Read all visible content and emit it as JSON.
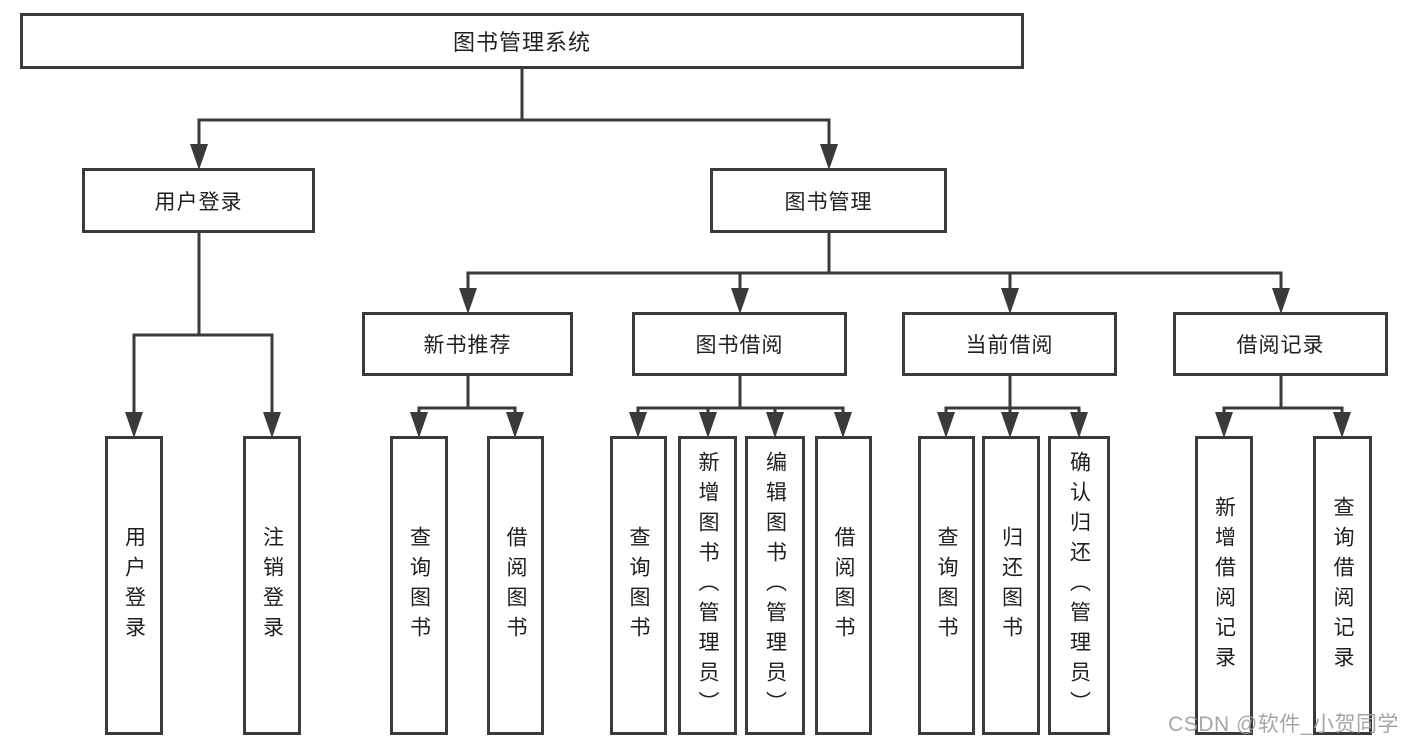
{
  "diagram_type": "hierarchy-tree",
  "tree": {
    "root": {
      "label": "图书管理系统"
    },
    "branches": [
      {
        "label": "用户登录",
        "children": [
          {
            "label": "用户登录"
          },
          {
            "label": "注销登录"
          }
        ]
      },
      {
        "label": "图书管理",
        "children": [
          {
            "label": "新书推荐",
            "children": [
              {
                "label": "查询图书"
              },
              {
                "label": "借阅图书"
              }
            ]
          },
          {
            "label": "图书借阅",
            "children": [
              {
                "label": "查询图书"
              },
              {
                "label": "新增图书（管理员）"
              },
              {
                "label": "编辑图书（管理员）"
              },
              {
                "label": "借阅图书"
              }
            ]
          },
          {
            "label": "当前借阅",
            "children": [
              {
                "label": "查询图书"
              },
              {
                "label": "归还图书"
              },
              {
                "label": "确认归还（管理员）"
              }
            ]
          },
          {
            "label": "借阅记录",
            "children": [
              {
                "label": "新增借阅记录"
              },
              {
                "label": "查询借阅记录"
              }
            ]
          }
        ]
      }
    ]
  },
  "watermark": {
    "text": "CSDN @软件_小贺同学"
  },
  "colors": {
    "line": "#3a3a3a",
    "text": "#1f1f1f",
    "watermark": "#9e9e9e",
    "background": "#ffffff"
  }
}
